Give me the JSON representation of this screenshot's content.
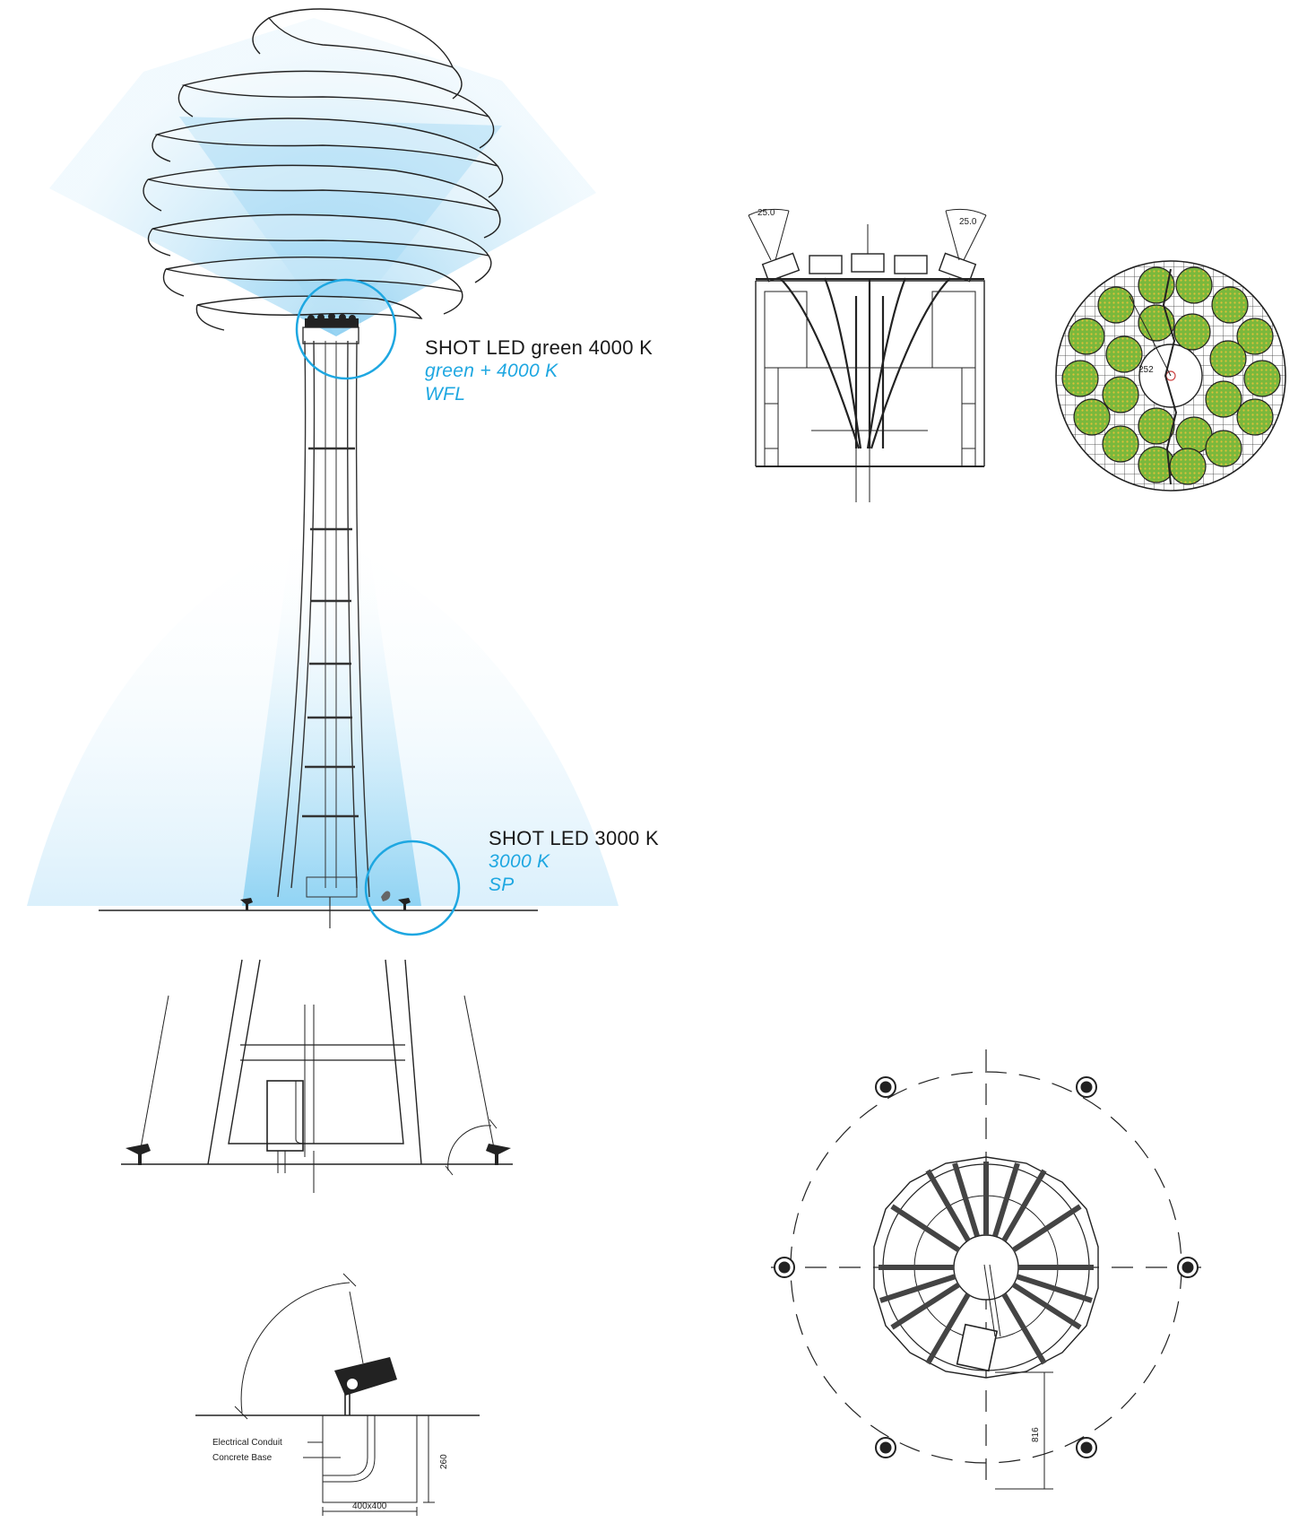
{
  "labels": {
    "top": {
      "title": "SHOT LED green 4000 K",
      "color": "green + 4000 K",
      "optic": "WFL"
    },
    "bottom": {
      "title": "SHOT LED 3000 K",
      "color": "3000 K",
      "optic": "SP"
    }
  },
  "detail_base": {
    "conduit": "Electrical Conduit",
    "base": "Concrete Base",
    "width": "400x400",
    "height": "260"
  },
  "head_plan": {
    "radius_label": "252"
  },
  "head_section": {
    "angle_left": "25.0",
    "angle_right": "25.0"
  },
  "foundation_plan": {
    "dimension": "816"
  },
  "colors": {
    "accent": "#1ea7e1",
    "beam": "#8fd0f0",
    "led": "#7ab83c"
  }
}
